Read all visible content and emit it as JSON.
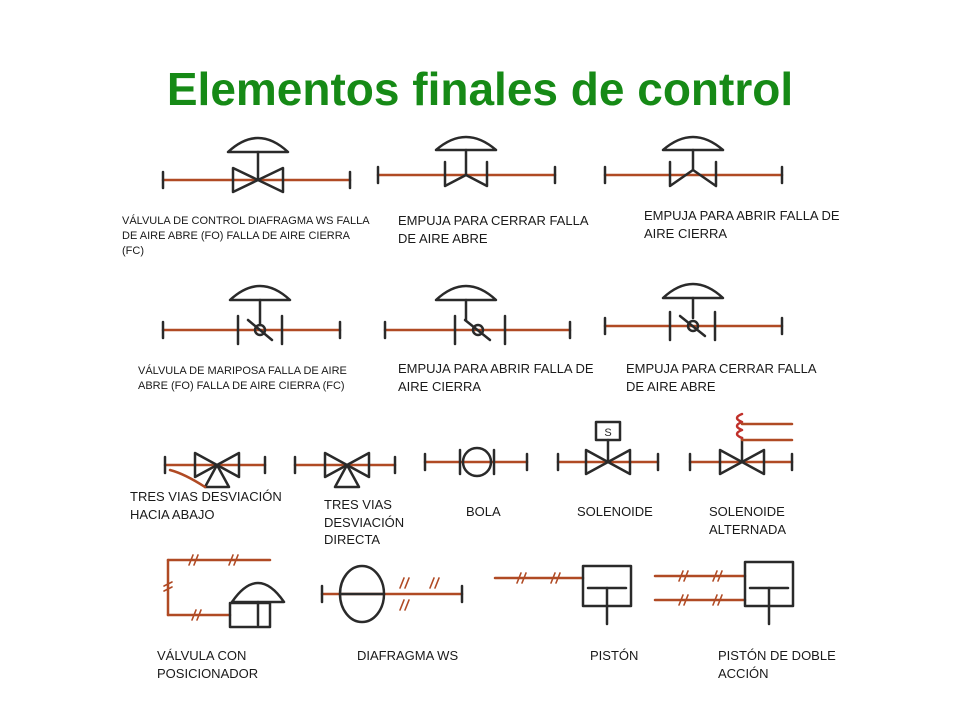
{
  "title": "Elementos finales de control",
  "colors": {
    "title": "#168a16",
    "line": "#b04a24",
    "symbol": "#2a2a2a"
  },
  "symbols": [
    {
      "id": "valvula-control-diafragma",
      "caption": "VÁLVULA DE CONTROL  DIAFRAGMA WS FALLA DE  AIRE ABRE (FO) FALLA DE AIRE CIERRA (FC)"
    },
    {
      "id": "empuja-cerrar-1",
      "caption": "EMPUJA PARA CERRAR FALLA DE AIRE ABRE"
    },
    {
      "id": "empuja-abrir-1",
      "caption": "EMPUJA PARA ABRIR FALLA DE AIRE CIERRA"
    },
    {
      "id": "valvula-mariposa",
      "caption": "VÁLVULA DE MARIPOSA FALLA DE AIRE ABRE (FO)  FALLA DE AIRE CIERRA (FC)"
    },
    {
      "id": "empuja-abrir-2",
      "caption": "EMPUJA PARA ABRIR FALLA DE AIRE CIERRA"
    },
    {
      "id": "empuja-cerrar-2",
      "caption": "EMPUJA PARA CERRAR FALLA DE AIRE ABRE"
    },
    {
      "id": "tres-vias-abajo",
      "caption": "TRES VIAS DESVIACIÓN HACIA ABAJO"
    },
    {
      "id": "tres-vias-directa",
      "caption": "TRES VIAS DESVIACIÓN DIRECTA"
    },
    {
      "id": "bola",
      "caption": "BOLA"
    },
    {
      "id": "solenoide",
      "caption": "SOLENOIDE"
    },
    {
      "id": "solenoide-alternada",
      "caption": "SOLENOIDE ALTERNADA"
    },
    {
      "id": "valvula-posicionador",
      "caption": "VÁLVULA CON POSICIONADOR"
    },
    {
      "id": "diafragma-ws",
      "caption": "DIAFRAGMA WS"
    },
    {
      "id": "piston",
      "caption": "PISTÓN"
    },
    {
      "id": "piston-doble",
      "caption": "PISTÓN DE DOBLE ACCIÓN"
    }
  ]
}
